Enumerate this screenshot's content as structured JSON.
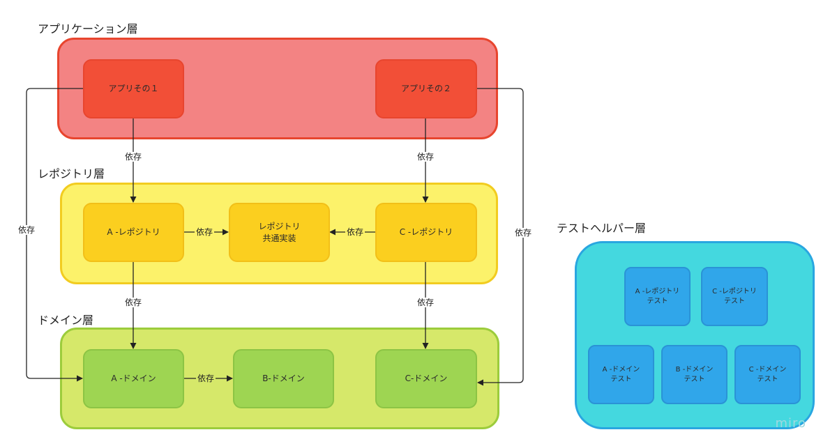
{
  "layers": {
    "application": {
      "title": "アプリケーション層",
      "fill": "#f38383",
      "stroke": "#e8452e"
    },
    "repository": {
      "title": "レポジトリ層",
      "fill": "#fcf26a",
      "stroke": "#f2cc20"
    },
    "domain": {
      "title": "ドメイン層",
      "fill": "#d6e86a",
      "stroke": "#9ccc3c"
    },
    "test_helper": {
      "title": "テストヘルパー層",
      "fill": "#44d8df",
      "stroke": "#29a6e0"
    }
  },
  "nodes": {
    "app1": {
      "label": "アプリその１",
      "fill": "#f24f37",
      "stroke": "#e8452e"
    },
    "app2": {
      "label": "アプリその２",
      "fill": "#f24f37",
      "stroke": "#e8452e"
    },
    "repo_a": {
      "label": "A -レポジトリ",
      "fill": "#fbcf1f",
      "stroke": "#f2bf18"
    },
    "repo_common": {
      "label": "レポジトリ\n共通実装",
      "fill": "#fbcf1f",
      "stroke": "#f2bf18"
    },
    "repo_c": {
      "label": "C -レポジトリ",
      "fill": "#fbcf1f",
      "stroke": "#f2bf18"
    },
    "domain_a": {
      "label": "A -ドメイン",
      "fill": "#9ed552",
      "stroke": "#8cc444"
    },
    "domain_b": {
      "label": "B-ドメイン",
      "fill": "#9ed552",
      "stroke": "#8cc444"
    },
    "domain_c": {
      "label": "C-ドメイン",
      "fill": "#9ed552",
      "stroke": "#8cc444"
    },
    "test_repo_a": {
      "label": "A -レポジトリ\nテスト",
      "fill": "#30a6ea",
      "stroke": "#2a93d6"
    },
    "test_repo_c": {
      "label": "C -レポジトリ\nテスト",
      "fill": "#30a6ea",
      "stroke": "#2a93d6"
    },
    "test_domain_a": {
      "label": "A -ドメイン\nテスト",
      "fill": "#30a6ea",
      "stroke": "#2a93d6"
    },
    "test_domain_b": {
      "label": "B -ドメイン\nテスト",
      "fill": "#30a6ea",
      "stroke": "#2a93d6"
    },
    "test_domain_c": {
      "label": "C -ドメイン\nテスト",
      "fill": "#30a6ea",
      "stroke": "#2a93d6"
    }
  },
  "edges": {
    "app1_to_repo_a": "依存",
    "app2_to_repo_c": "依存",
    "repo_a_to_common": "依存",
    "repo_c_to_common": "依存",
    "repo_a_to_domain_a": "依存",
    "repo_c_to_domain_c": "依存",
    "domain_a_to_domain_b": "依存",
    "app1_to_domain_a": "依存",
    "app2_to_domain_c": "依存"
  },
  "watermark": "miro"
}
